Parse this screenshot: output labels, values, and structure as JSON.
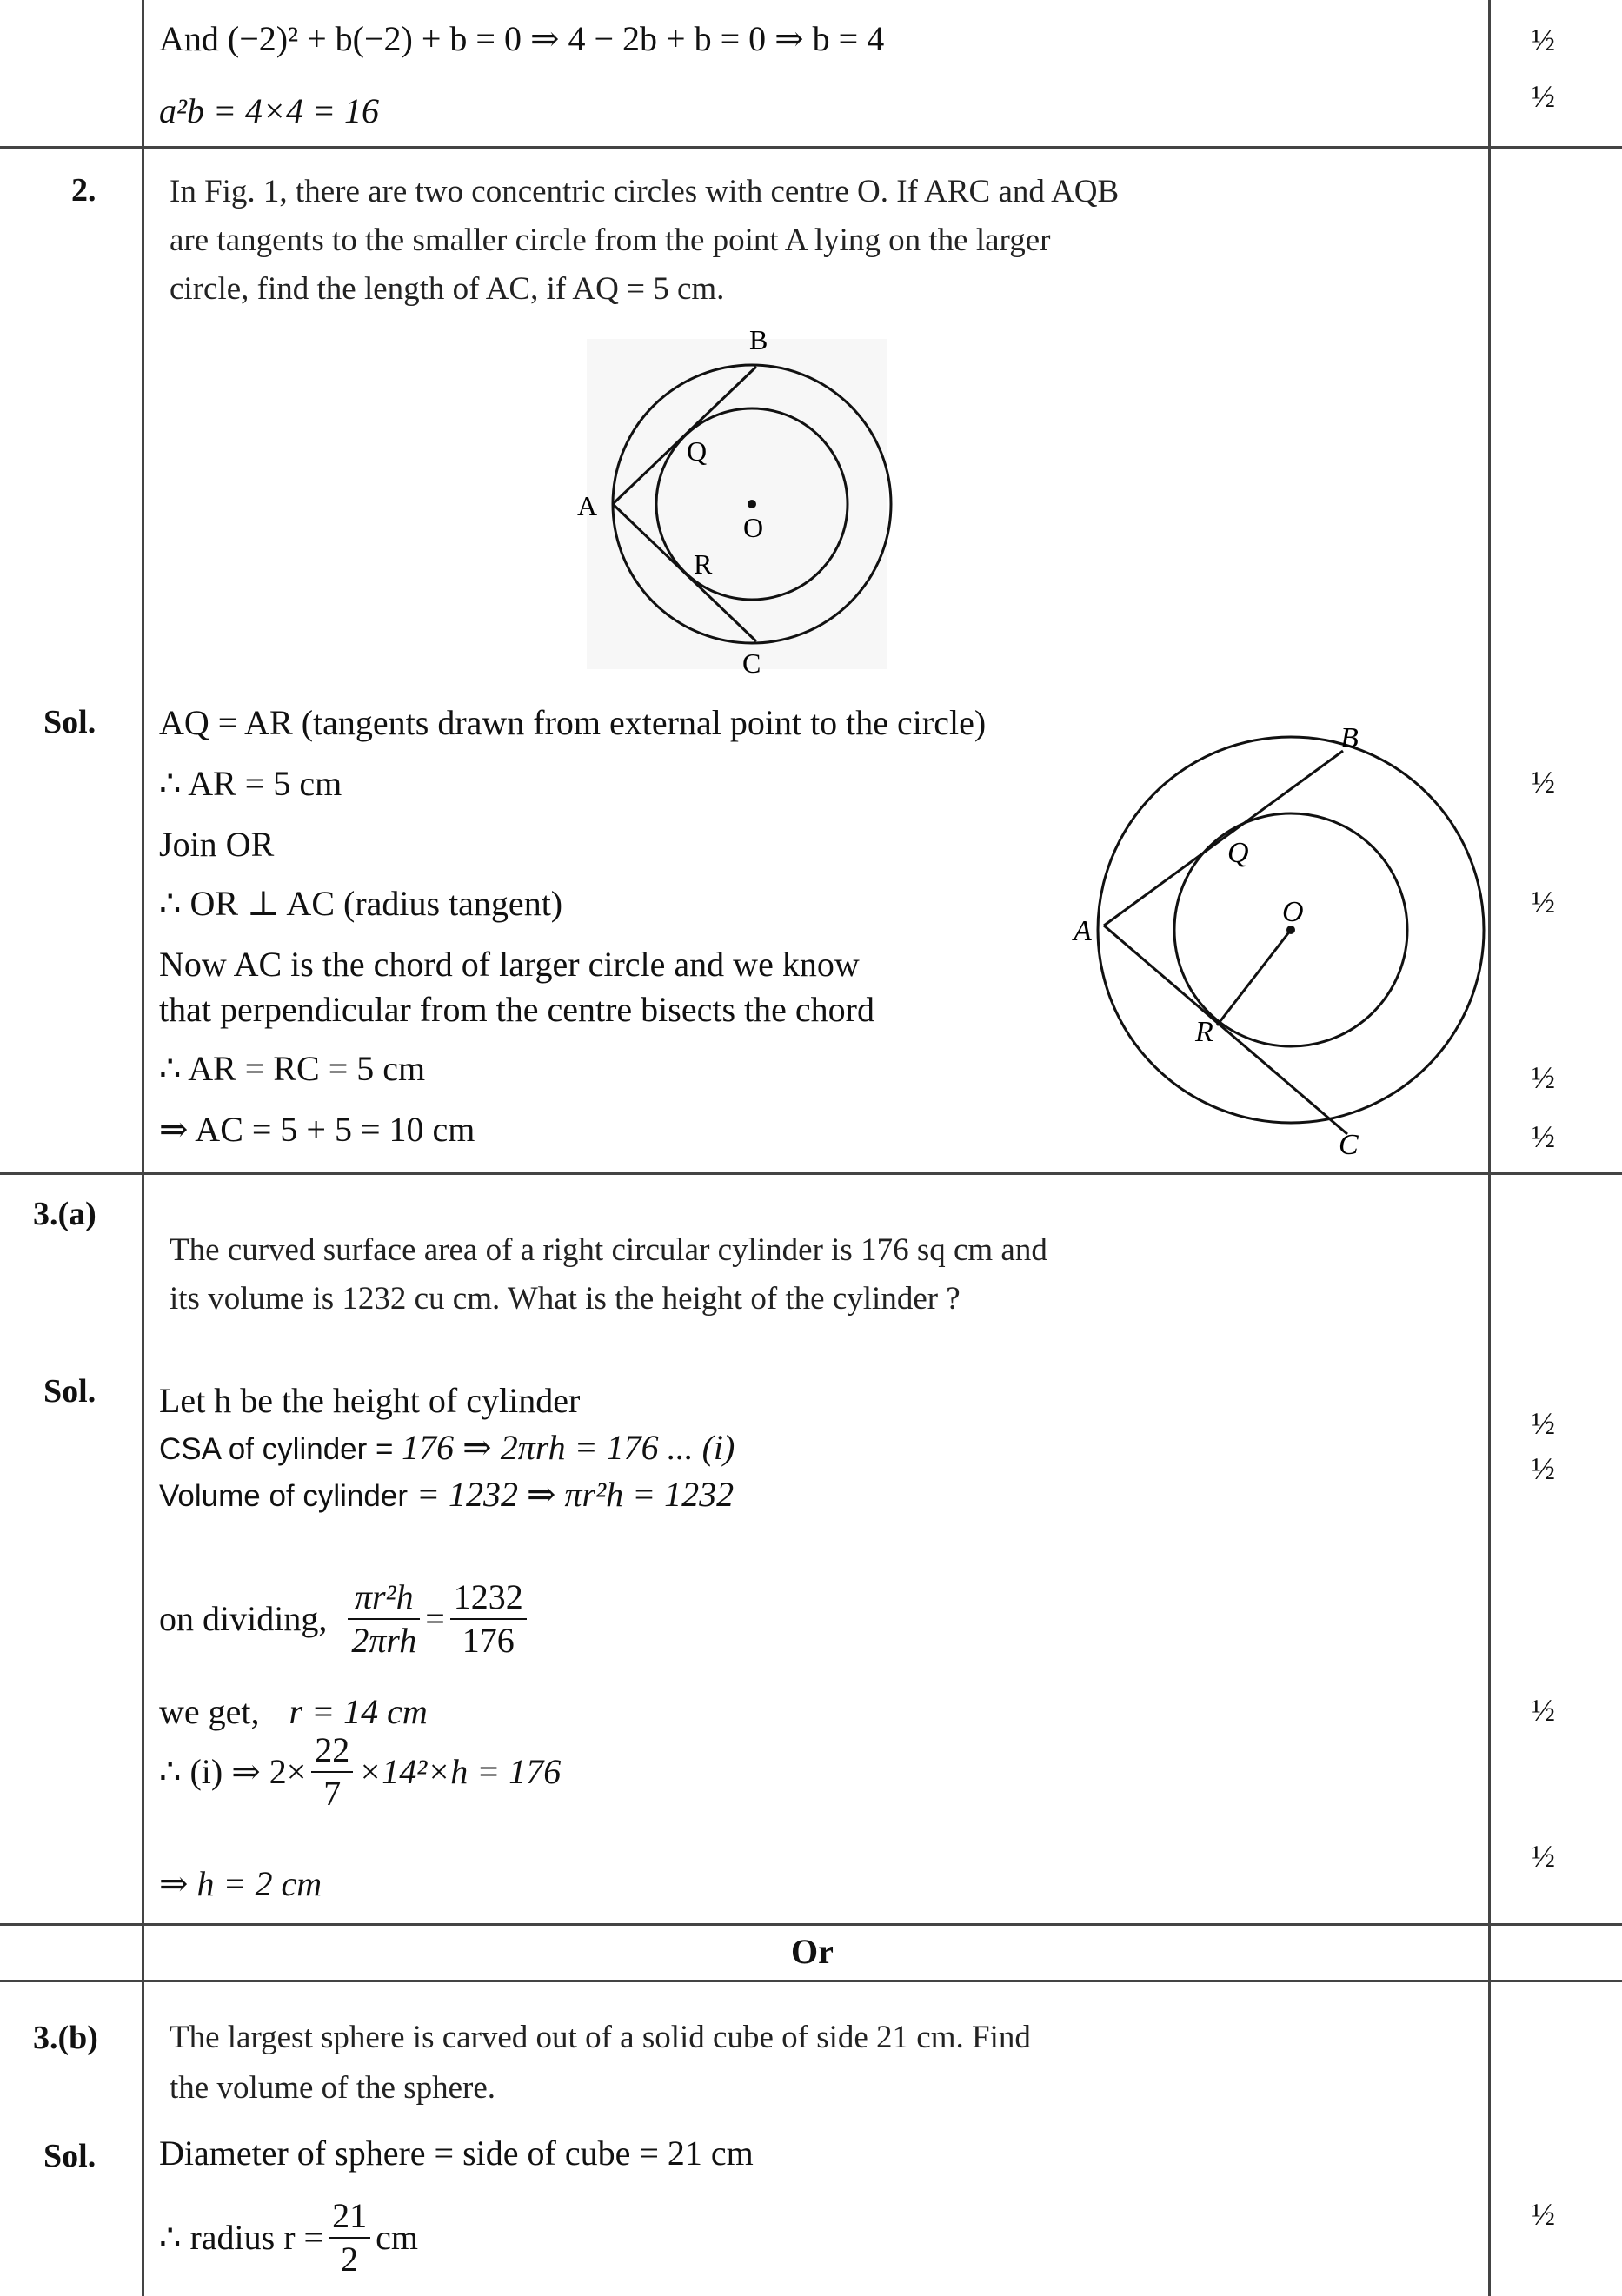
{
  "row1": {
    "line1": "And (−2)² + b(−2) + b = 0 ⇒ 4 − 2b + b = 0 ⇒ b = 4",
    "line2": "a²b = 4×4 = 16",
    "marks": [
      "½",
      "½"
    ]
  },
  "q2": {
    "label": "2.",
    "text_line1": "In Fig. 1, there are two concentric circles with centre O. If ARC and AQB",
    "text_line2": "are tangents to the smaller circle from the point A lying on the larger",
    "text_line3": "circle, find the length of AC, if AQ = 5 cm.",
    "fig1_labels": {
      "B": "B",
      "Q": "Q",
      "A": "A",
      "O": "O",
      "R": "R",
      "C": "C"
    },
    "sol_label": "Sol.",
    "sol_lines": [
      "AQ = AR (tangents drawn from external point to the circle)",
      "∴ AR = 5 cm",
      "Join OR",
      "∴ OR ⊥ AC (radius tangent)",
      "Now AC is the chord of larger circle and we know",
      "that perpendicular from the centre bisects the chord",
      "∴ AR = RC = 5 cm",
      "⇒ AC = 5 + 5 = 10 cm"
    ],
    "fig2_labels": {
      "B": "B",
      "Q": "Q",
      "O": "O",
      "A": "A",
      "R": "R",
      "C": "C"
    },
    "marks": [
      "½",
      "½",
      "½",
      "½"
    ]
  },
  "q3a": {
    "label": "3.(a)",
    "text_line1": "The curved surface area of a right circular cylinder is 176 sq cm and",
    "text_line2": "its volume is 1232 cu cm. What is the height of the cylinder ?",
    "sol_label": "Sol.",
    "l1": "Let h be the height of cylinder",
    "l2a": "CSA of cylinder = ",
    "l2b": " 176 ⇒ 2πrh = 176 ... (i)",
    "l3a": "Volume of cylinder",
    "l3b": " = 1232 ⇒ πr²h = 1232",
    "div_label": "on dividing,",
    "div_num": "πr²h",
    "div_den": "2πrh",
    "div_rhs_num": "1232",
    "div_rhs_den": "176",
    "we_get": "we get,",
    "r_val": "r = 14 cm",
    "eq_i_prefix": "∴ (i) ⇒ 2×",
    "eq_i_num": "22",
    "eq_i_den": "7",
    "eq_i_suffix": "×14²×h = 176",
    "h_val": "⇒ h = 2 cm",
    "marks": [
      "½",
      "½",
      "½",
      "½"
    ]
  },
  "or_label": "Or",
  "q3b": {
    "label": "3.(b)",
    "text_line1": "The largest sphere is carved out of a solid cube of side 21 cm. Find",
    "text_line2": "the volume of the sphere.",
    "sol_label": "Sol.",
    "l1": "Diameter of sphere = side of cube = 21 cm",
    "l2_prefix": "∴ radius  r =",
    "l2_num": "21",
    "l2_den": "2",
    "l2_suffix": " cm",
    "marks": [
      "½"
    ]
  }
}
